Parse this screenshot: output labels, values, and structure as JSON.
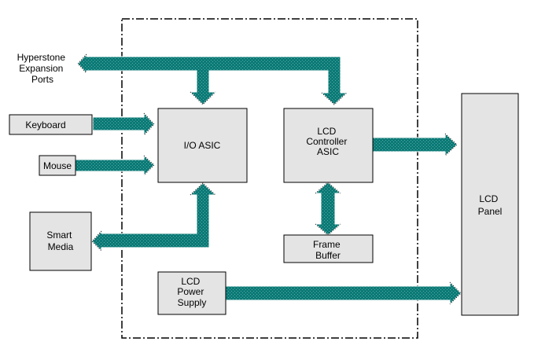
{
  "colors": {
    "bus": "#0b7a76",
    "box_fill": "#e4e4e4",
    "border": "#000000",
    "background": "#ffffff"
  },
  "blocks": {
    "hyperstone": [
      "Hyperstone",
      "Expansion",
      "Ports"
    ],
    "keyboard": [
      "Keyboard"
    ],
    "mouse": [
      "Mouse"
    ],
    "smart_media": [
      "Smart",
      "Media"
    ],
    "io_asic": [
      "I/O ASIC"
    ],
    "lcd_controller": [
      "LCD",
      "Controller",
      "ASIC"
    ],
    "frame_buffer": [
      "Frame",
      "Buffer"
    ],
    "lcd_power": [
      "LCD",
      "Power",
      "Supply"
    ],
    "lcd_panel": [
      "LCD",
      "Panel"
    ]
  }
}
